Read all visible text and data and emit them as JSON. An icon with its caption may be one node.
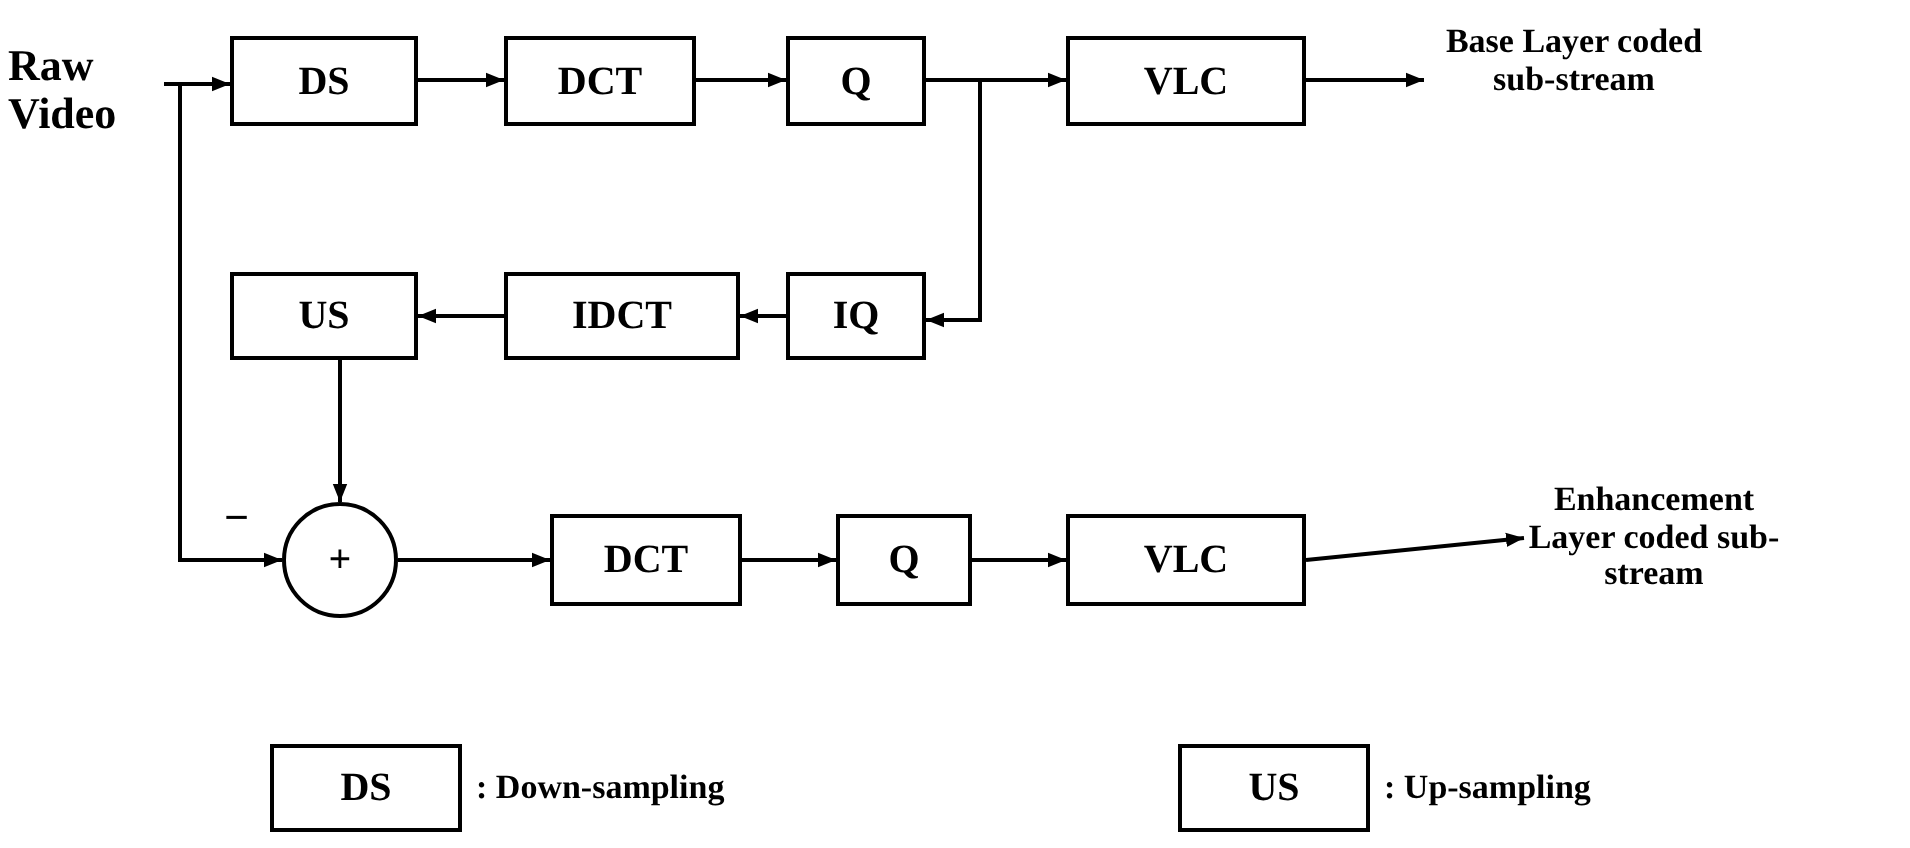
{
  "diagram": {
    "nodes": [
      {
        "text": [
          "Raw Video"
        ]
      },
      {
        "text": [
          "DS"
        ]
      },
      {
        "text": [
          "DCT"
        ]
      },
      {
        "text": [
          "Q"
        ]
      },
      {
        "text": [
          "VLC"
        ]
      },
      {
        "text": [
          "Base Layer coded sub-stream"
        ]
      },
      {
        "text": [
          "US"
        ]
      },
      {
        "text": [
          "IDCT"
        ]
      },
      {
        "text": [
          "IQ"
        ]
      },
      {
        "text": [
          "+"
        ]
      },
      {
        "text": [
          "DCT"
        ]
      },
      {
        "text": [
          "Q"
        ]
      },
      {
        "text": [
          "VLC"
        ]
      },
      {
        "text": [
          "Enhancement Layer coded sub-stream"
        ]
      },
      {
        "text": [
          "DS"
        ],
        "beside": [
          ": Down-sampling"
        ]
      },
      {
        "text": [
          "US"
        ],
        "beside": [
          ": Up-sampling"
        ]
      }
    ],
    "edges": [
      {
        "from": 0,
        "to": 1,
        "arrow": "to"
      },
      {
        "from": 1,
        "to": 2,
        "arrow": "to"
      },
      {
        "from": 2,
        "to": 3,
        "arrow": "to"
      },
      {
        "from": 3,
        "to": 4,
        "arrow": "to"
      },
      {
        "from": 4,
        "to": 5,
        "arrow": "to"
      },
      {
        "from": 3,
        "to": 8,
        "arrow": "to"
      },
      {
        "from": 8,
        "to": 7,
        "arrow": "to"
      },
      {
        "from": 7,
        "to": 6,
        "arrow": "to"
      },
      {
        "from": 6,
        "to": 9,
        "arrow": "to"
      },
      {
        "from": 0,
        "to": 9,
        "arrow": "to"
      },
      {
        "from": 9,
        "to": 10,
        "arrow": "to"
      },
      {
        "from": 10,
        "to": 11,
        "arrow": "to"
      },
      {
        "from": 11,
        "to": 12,
        "arrow": "to"
      },
      {
        "from": 12,
        "to": 13,
        "arrow": "to"
      }
    ],
    "labels": [
      "−"
    ]
  }
}
